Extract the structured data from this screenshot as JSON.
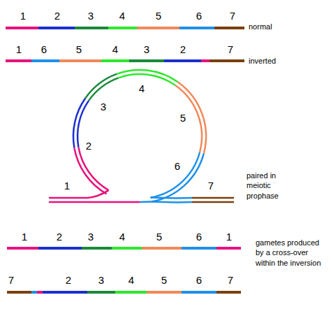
{
  "diagram": {
    "labels": [
      "1",
      "2",
      "3",
      "4",
      "5",
      "6",
      "7",
      "normal",
      "1",
      "6",
      "5",
      "4",
      "3",
      "2",
      "7",
      "inverted",
      "4",
      "3",
      "5",
      "2",
      "6",
      "1",
      "7",
      "paired in meiotic prophase",
      "1",
      "2",
      "3",
      "4",
      "5",
      "6",
      "1",
      "gametes produced by a cross-over within the inversion",
      "7",
      "2",
      "3",
      "4",
      "5",
      "6",
      "7"
    ]
  }
}
